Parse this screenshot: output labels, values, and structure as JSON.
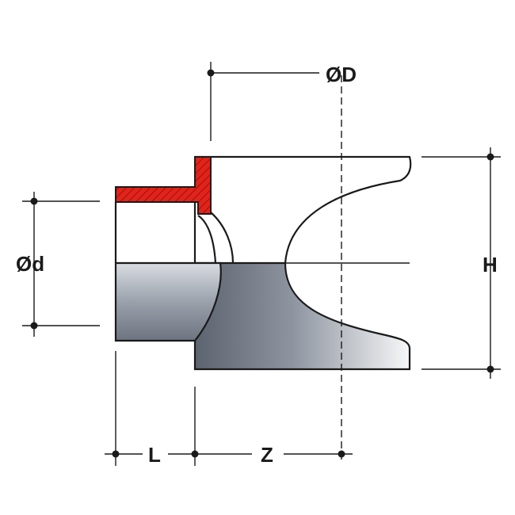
{
  "labels": {
    "outer_diameter": "ØD",
    "inner_diameter": "Ød",
    "height": "H",
    "socket_length": "L",
    "offset": "Z"
  },
  "colors": {
    "section_red": "#e2231a",
    "body_dark": "#5e6672",
    "body_light": "#f4f5f7",
    "line": "#1a1a1a"
  }
}
